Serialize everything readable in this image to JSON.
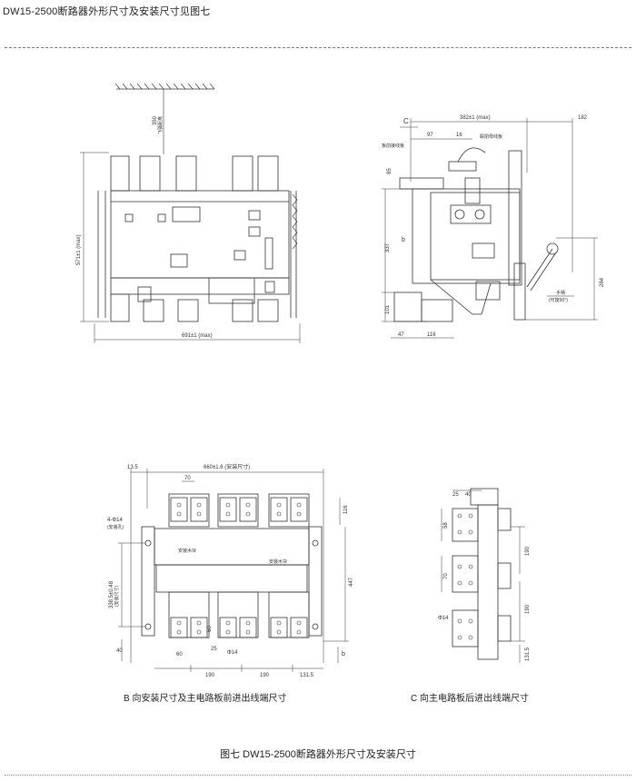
{
  "page_title": "DW15-2500断路器外形尺寸及安装尺寸见图七",
  "figure_caption": "图七  DW15-2500断路器外形尺寸及安装尺寸",
  "front_view": {
    "dim_top": "350",
    "dim_top_note": "飞弧距离",
    "dim_height": "571±1 (max)",
    "dim_width": "691±1 (max)"
  },
  "side_view": {
    "label_c": "C",
    "dim_top_total": "382±1 (max)",
    "dim_right": "182",
    "dim_97": "97",
    "dim_16": "16",
    "label_board": "联閉母线板",
    "label_plate": "板前接线板",
    "dim_85": "85",
    "dim_337": "337",
    "label_b": "b",
    "dim_101": "101",
    "dim_47": "47",
    "dim_116": "116",
    "dim_284": "284",
    "label_handle": "手柄",
    "label_handle_note": "(可旋90°)"
  },
  "b_view": {
    "dim_13": "13.5",
    "dim_top": "660±1.6 (安装尺寸)",
    "dim_70": "70",
    "label_holes": "4-Φ14",
    "label_holes_note": "(安装孔)",
    "label_wall1": "安装木块",
    "label_wall2": "安装木块",
    "dim_left": "338.5±0.48",
    "dim_left_note": "(安装尺寸)",
    "dim_40_left": "40",
    "dim_60": "60",
    "dim_bottom_60": "60",
    "dim_d14": "Φ14",
    "dim_25": "25",
    "dim_190a": "190",
    "dim_190b": "190",
    "dim_1315": "131.5",
    "dim_116": "116",
    "dim_447": "447",
    "dim_b": "b",
    "caption": "B 向安装尺寸及主电路板前进出线端尺寸"
  },
  "c_view": {
    "dim_25": "25",
    "dim_40": "40",
    "dim_58": "58",
    "dim_190a": "190",
    "dim_70": "70",
    "dim_190b": "190",
    "label_d14": "Φ14",
    "dim_1315": "131.5",
    "caption": "C 向主电路板后进出线端尺寸"
  }
}
